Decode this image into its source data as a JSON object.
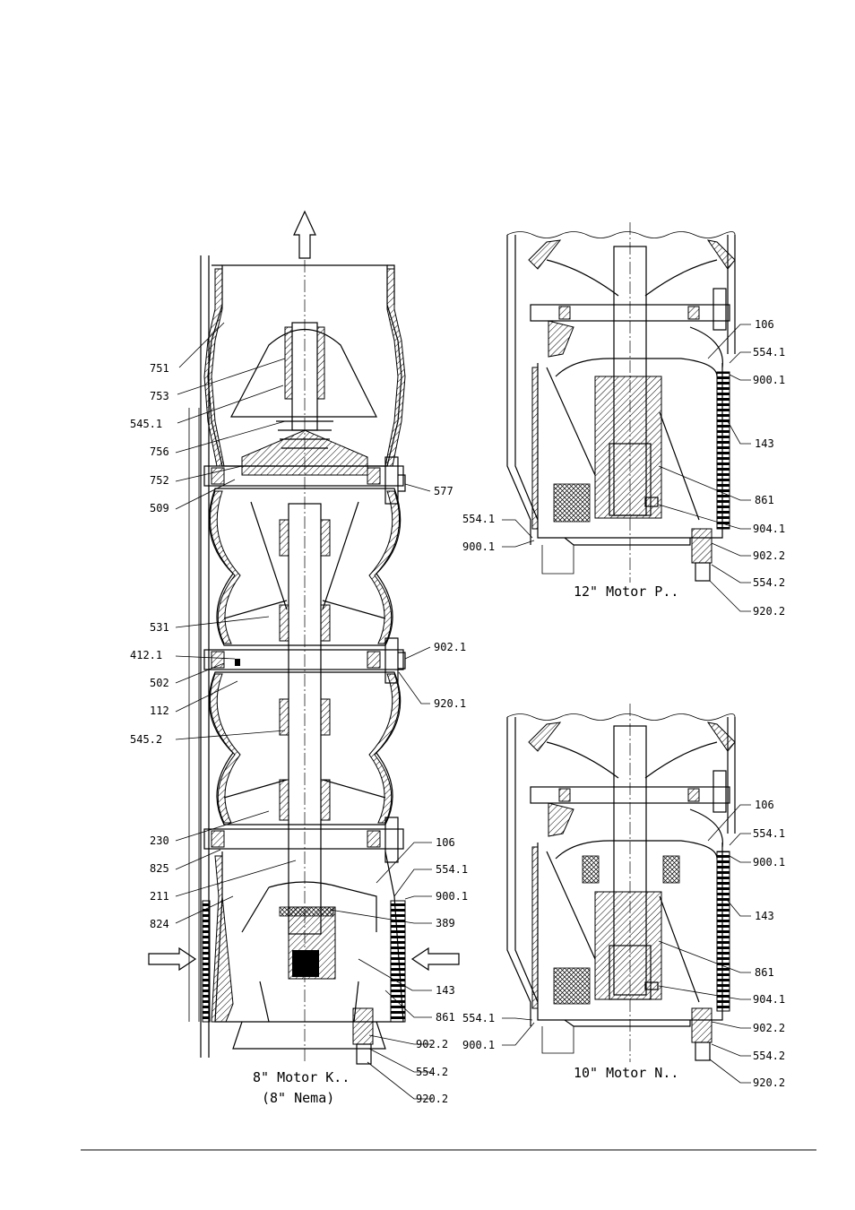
{
  "views": {
    "motor_8": {
      "caption_line1": "8\" Motor K..",
      "caption_line2": "(8\" Nema)",
      "labels_left": [
        "751",
        "753",
        "545.1",
        "756",
        "752",
        "509",
        "531",
        "412.1",
        "502",
        "112",
        "545.2",
        "230",
        "825",
        "211",
        "824"
      ],
      "labels_right": [
        "577",
        "902.1",
        "920.1",
        "106",
        "554.1",
        "900.1",
        "389",
        "143",
        "861",
        "902.2",
        "554.2",
        "920.2"
      ]
    },
    "motor_12": {
      "caption": "12\" Motor P..",
      "labels_left": [
        "554.1",
        "900.1"
      ],
      "labels_right": [
        "106",
        "554.1",
        "900.1",
        "143",
        "861",
        "904.1",
        "902.2",
        "554.2",
        "920.2"
      ]
    },
    "motor_10": {
      "caption": "10\" Motor N..",
      "labels_left": [
        "554.1",
        "900.1"
      ],
      "labels_right": [
        "106",
        "554.1",
        "900.1",
        "143",
        "861",
        "904.1",
        "902.2",
        "554.2",
        "920.2"
      ]
    }
  }
}
